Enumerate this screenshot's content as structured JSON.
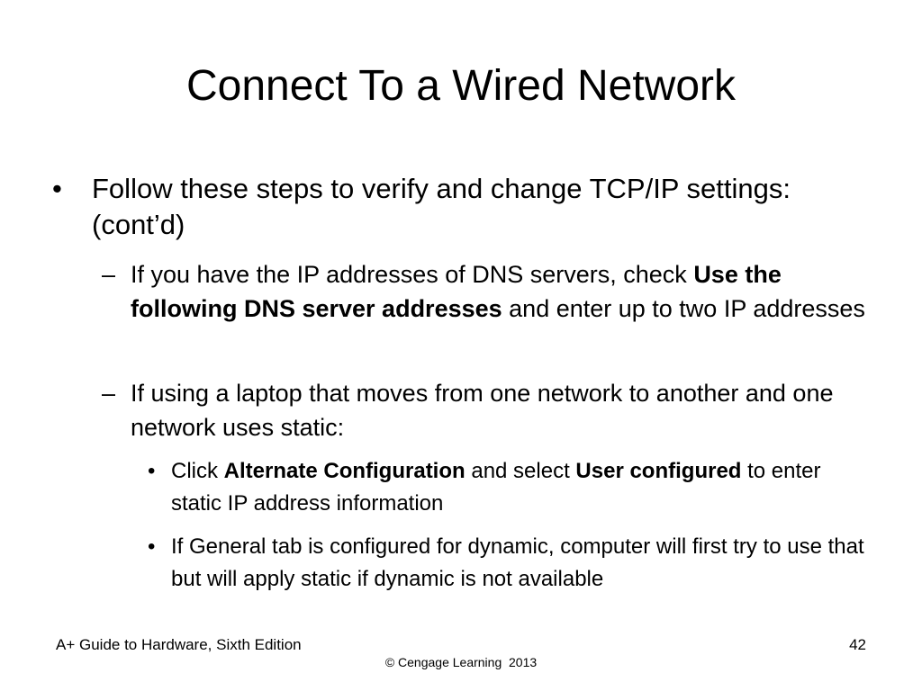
{
  "slide": {
    "title": "Connect To a Wired Network",
    "bullet1": {
      "marker": "•",
      "text": "Follow these steps to verify and change TCP/IP settings: (cont’d)"
    },
    "sub1": {
      "marker": "–",
      "text_before": "If you have the IP addresses of DNS servers, check ",
      "bold": "Use the following DNS server addresses",
      "text_after": " and enter up to two IP addresses"
    },
    "sub2": {
      "marker": "–",
      "text": "If using a laptop that moves from one network to another and one network uses static:"
    },
    "subsub1": {
      "marker": "•",
      "text_before": "Click ",
      "bold1": "Alternate Configuration",
      "text_middle": " and select ",
      "bold2": "User configured",
      "text_after": " to enter static IP address information"
    },
    "subsub2": {
      "marker": "•",
      "text": "If General tab is configured for dynamic, computer will first try to use that but will apply static if dynamic is not available"
    }
  },
  "footer": {
    "left": "A+ Guide to Hardware, Sixth Edition",
    "page_number": "42",
    "copyright": "© Cengage Learning  2013"
  }
}
